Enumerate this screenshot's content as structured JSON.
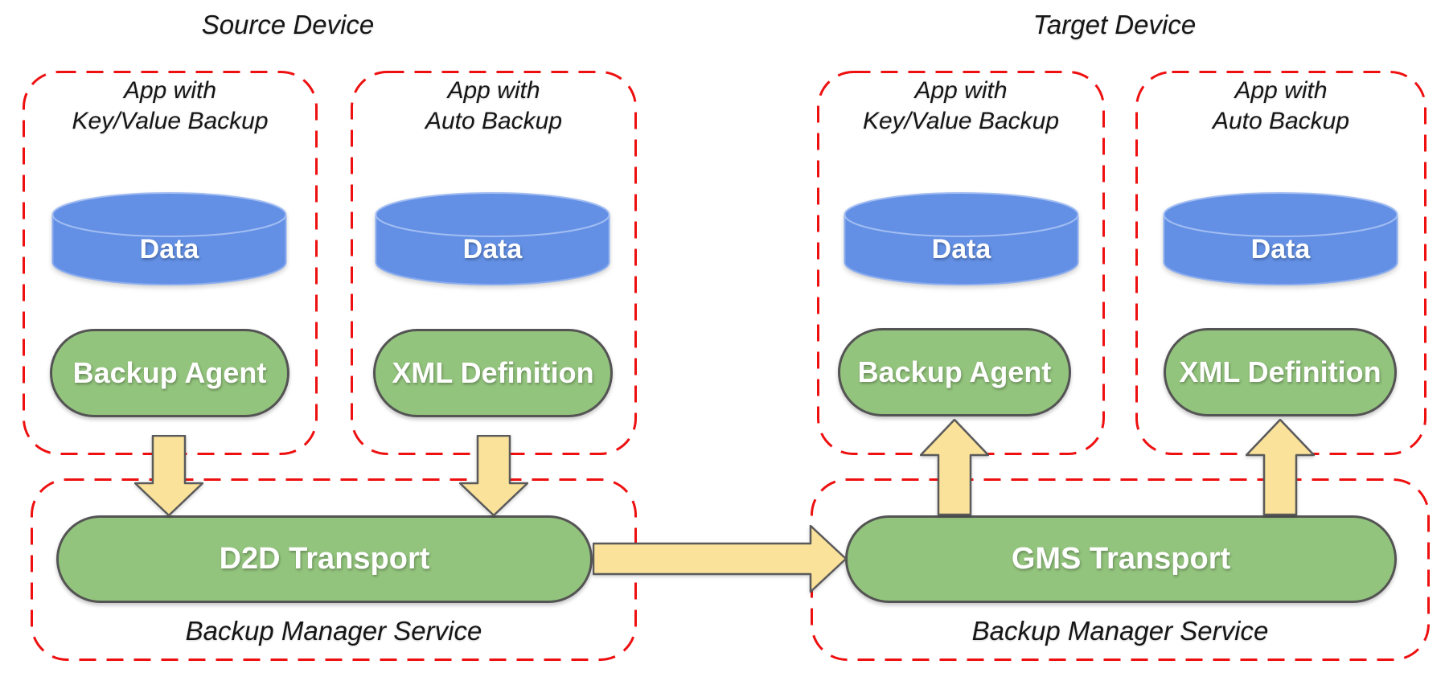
{
  "source_device": {
    "title": "Source Device",
    "apps": [
      {
        "name_line1": "App with",
        "name_line2": "Key/Value Backup",
        "data_label": "Data",
        "component": "Backup Agent"
      },
      {
        "name_line1": "App with",
        "name_line2": "Auto Backup",
        "data_label": "Data",
        "component": "XML Definition"
      }
    ],
    "service": {
      "transport": "D2D Transport",
      "label": "Backup Manager Service"
    }
  },
  "target_device": {
    "title": "Target Device",
    "apps": [
      {
        "name_line1": "App with",
        "name_line2": "Key/Value Backup",
        "data_label": "Data",
        "component": "Backup Agent"
      },
      {
        "name_line1": "App with",
        "name_line2": "Auto Backup",
        "data_label": "Data",
        "component": "XML Definition"
      }
    ],
    "service": {
      "transport": "GMS Transport",
      "label": "Backup Manager Service"
    }
  },
  "colors": {
    "data_cylinder_fill": "#6390e5",
    "component_fill": "#93c47d",
    "arrow_fill": "#fbe29a",
    "boundary_dash": "#ee1010",
    "shape_stroke": "#545454"
  }
}
